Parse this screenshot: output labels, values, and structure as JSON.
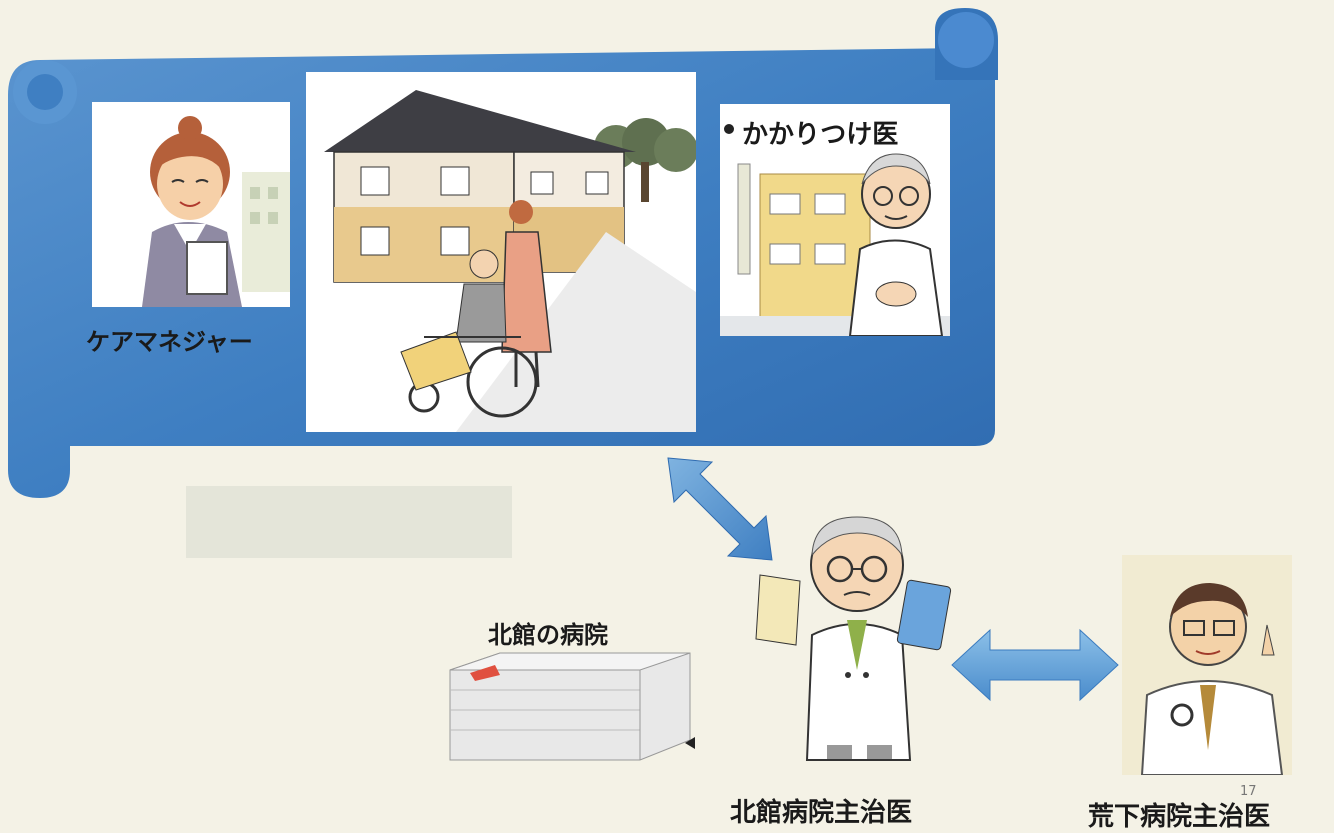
{
  "labels": {
    "care_manager": "ケアマネジャー",
    "family_doctor": "かかりつけ医",
    "kitadate_hospital": "北館の病院",
    "kitadate_attending": "北館病院主治医",
    "arashita_attending": "荒下病院主治医"
  },
  "page_number": "17",
  "colors": {
    "banner_blue": "#3f7fc2",
    "arrow_blue": "#5b9bd5",
    "background": "#f4f2e6"
  }
}
